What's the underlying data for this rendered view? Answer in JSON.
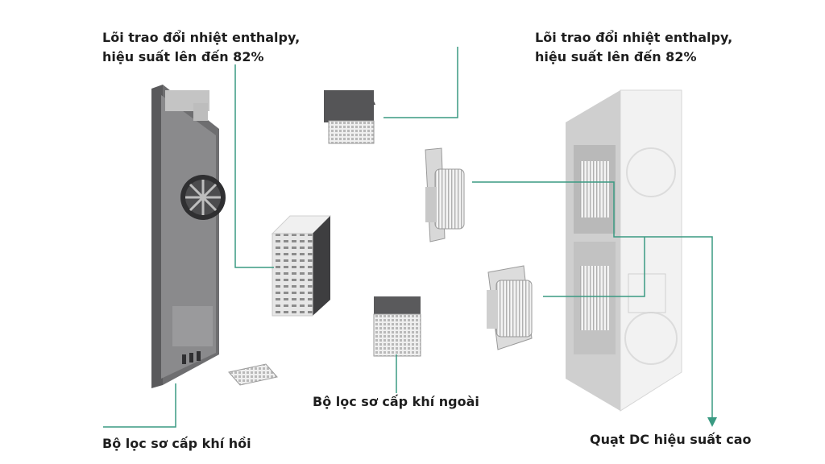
{
  "labels": {
    "enthalpy_left": {
      "line1": "Lõi trao đổi nhiệt enthalpy,",
      "line2": "hiệu suất lên đến 82%"
    },
    "enthalpy_right": {
      "line1": "Lõi trao đổi nhiệt enthalpy,",
      "line2": "hiệu suất lên đến 82%"
    },
    "outdoor_filter": "Bộ lọc sơ cấp khí ngoài",
    "return_filter": "Bộ lọc sơ cấp khí hồi",
    "dc_fan": "Quạt DC hiệu suất cao"
  },
  "colors": {
    "leader_line": "#3a9a82",
    "text": "#1e1e1e"
  }
}
